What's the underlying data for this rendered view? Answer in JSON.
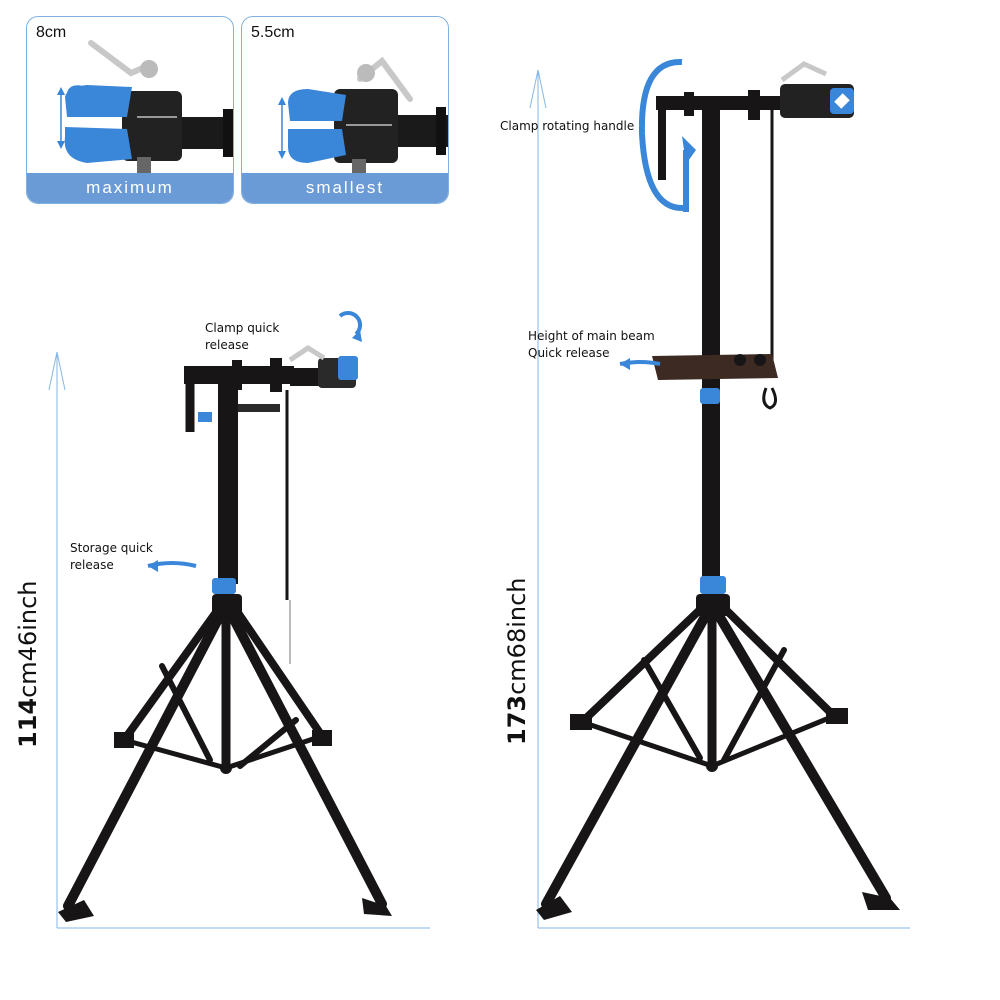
{
  "insets": {
    "max": {
      "size": "8cm",
      "caption": "maximum"
    },
    "min": {
      "size": "5.5cm",
      "caption": "smallest"
    }
  },
  "callouts": {
    "clamp_rotating_handle": "Clamp rotating handle",
    "clamp_quick_release_l1": "Clamp quick",
    "clamp_quick_release_l2": "release",
    "height_main_beam_l1": "Height of main beam",
    "height_main_beam_l2": "Quick release",
    "storage_quick_release_l1": "Storage quick",
    "storage_quick_release_l2": "release"
  },
  "dimensions": {
    "short": {
      "cm_value": "114",
      "cm_unit": "cm",
      "inch": "46inch"
    },
    "tall": {
      "cm_value": "173",
      "cm_unit": "cm",
      "inch": "68inch"
    }
  },
  "colors": {
    "accent": "#3a86d8",
    "guide": "#86b7e4",
    "frame": "#171515",
    "caption_bg": "#6b9bd6"
  }
}
